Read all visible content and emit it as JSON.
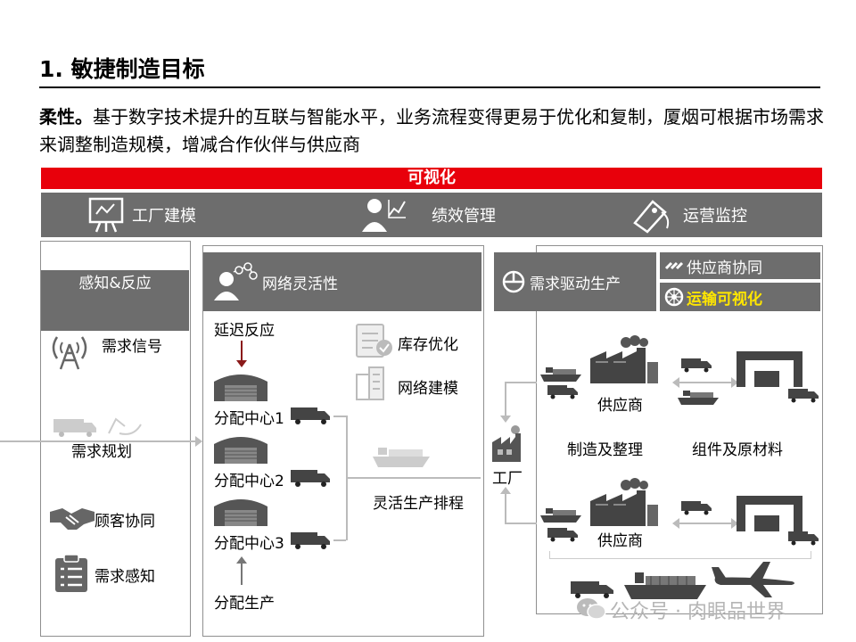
{
  "header": {
    "title": "1. 敏捷制造目标",
    "subtitle_bold": "柔性。",
    "subtitle_rest": "基于数字技术提升的互联与智能水平，业务流程变得更易于优化和复制，厦烟可根据市场需求来调整制造规模，增减合作伙伴与供应商"
  },
  "visibility": {
    "banner": "可视化",
    "items": [
      {
        "label": "工厂建模",
        "icon": "whiteboard-icon"
      },
      {
        "label": "绩效管理",
        "icon": "performance-chart-icon"
      },
      {
        "label": "运营监控",
        "icon": "monitor-tag-icon"
      }
    ]
  },
  "left_panel": {
    "header": "感知&反应",
    "items": [
      {
        "label": "需求信号",
        "icon": "signal-tower-icon"
      },
      {
        "label": "需求规划",
        "icon": "truck-icon"
      },
      {
        "label": "顾客协同",
        "icon": "handshake-icon"
      },
      {
        "label": "需求感知",
        "icon": "clipboard-icon"
      }
    ]
  },
  "middle_panel": {
    "header": "网络灵活性",
    "delay_label": "延迟反应",
    "centers": [
      "分配中心1",
      "分配中心2",
      "分配中心3"
    ],
    "bottom_label": "分配生产",
    "inventory_label": "库存优化",
    "network_label": "网络建模",
    "scheduling_label": "灵活生产排程"
  },
  "right_panel": {
    "header": "需求驱动生产",
    "supplier_collab": "供应商协同",
    "transport_visibility": "运输可视化",
    "factory_label": "工厂",
    "supplier_top": "供应商",
    "supplier_bottom": "供应商",
    "manufacturing_label": "制造及整理",
    "components_label": "组件及原材料"
  },
  "watermark": "公众号 · 肉眼品世界",
  "colors": {
    "red": "#e8000b",
    "gray": "#6d6d6d",
    "yellow": "#ffe600"
  }
}
